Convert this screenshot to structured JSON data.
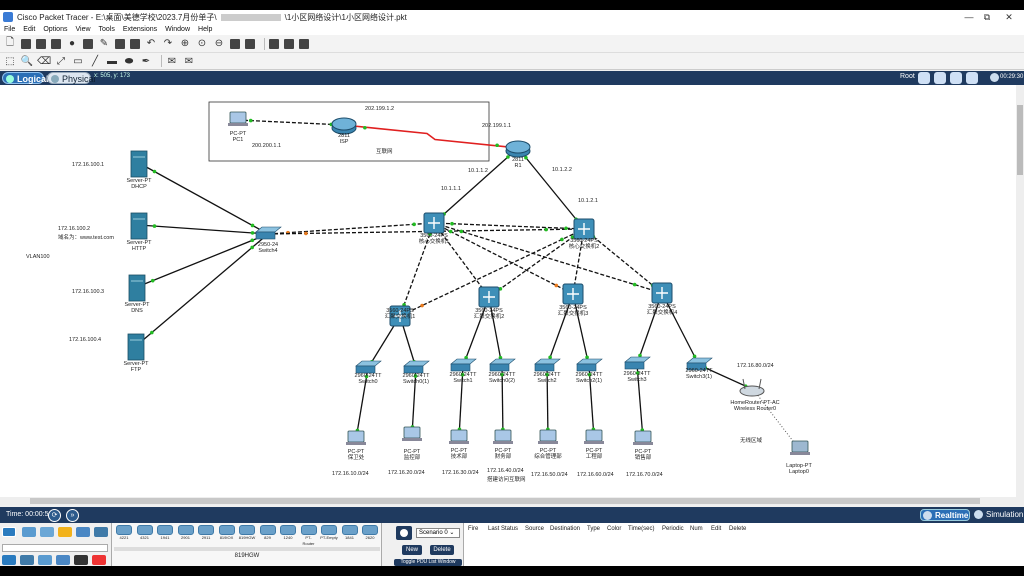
{
  "window": {
    "title_prefix": "Cisco Packet Tracer - E:\\桌面\\美德学校\\2023.7月份单子\\",
    "title_suffix": "\\1小区网络设计\\1小区网络设计.pkt",
    "controls": [
      "—",
      "⧉",
      "✕"
    ]
  },
  "menu": [
    "File",
    "Edit",
    "Options",
    "View",
    "Tools",
    "Extensions",
    "Window",
    "Help"
  ],
  "tabs": {
    "logical": "Logical",
    "physical": "Physical",
    "coords": "x: 505, y: 173",
    "root": "Root",
    "clock": "00:29:30"
  },
  "network": {
    "isp_box_label": "互联网",
    "devices": [
      {
        "id": "pc1",
        "type": "pc",
        "label1": "PC-PT",
        "label2": "PC1"
      },
      {
        "id": "isp",
        "type": "router",
        "label1": "2811",
        "label2": "ISP"
      },
      {
        "id": "r1",
        "type": "router",
        "label1": "2811",
        "label2": "R1"
      },
      {
        "id": "dhcp",
        "type": "server",
        "label1": "Server-PT",
        "label2": "DHCP"
      },
      {
        "id": "http",
        "type": "server",
        "label1": "Server-PT",
        "label2": "HTTP"
      },
      {
        "id": "dns",
        "type": "server",
        "label1": "Server-PT",
        "label2": "DNS"
      },
      {
        "id": "ftp",
        "type": "server",
        "label1": "Server-PT",
        "label2": "FTP"
      },
      {
        "id": "sw4",
        "type": "switch",
        "label1": "2950-24",
        "label2": "Switch4"
      },
      {
        "id": "core1",
        "type": "l3switch",
        "label1": "3560-24PS",
        "label2": "核心交换机1"
      },
      {
        "id": "core2",
        "type": "l3switch",
        "label1": "3560-24PS",
        "label2": "核心交换机2"
      },
      {
        "id": "agg1",
        "type": "l3switch",
        "label1": "3560-24PS",
        "label2": "汇聚交换机1"
      },
      {
        "id": "agg2",
        "type": "l3switch",
        "label1": "3560-24PS",
        "label2": "汇聚交换机2"
      },
      {
        "id": "agg3",
        "type": "l3switch",
        "label1": "3560-24PS",
        "label2": "汇聚交换机3"
      },
      {
        "id": "agg4",
        "type": "l3switch",
        "label1": "3560-24PS",
        "label2": "汇聚交换机4"
      },
      {
        "id": "sw0",
        "type": "switch",
        "label1": "2960-24TT",
        "label2": "Switch0"
      },
      {
        "id": "sw0b",
        "type": "switch",
        "label1": "2960-24TT",
        "label2": "Switch0(1)"
      },
      {
        "id": "sw1",
        "type": "switch",
        "label1": "2960-24TT",
        "label2": "Switch1"
      },
      {
        "id": "sw0c",
        "type": "switch",
        "label1": "2960-24TT",
        "label2": "Switch0(2)"
      },
      {
        "id": "sw2",
        "type": "switch",
        "label1": "2960-24TT",
        "label2": "Switch2"
      },
      {
        "id": "sw2b",
        "type": "switch",
        "label1": "2960-24TT",
        "label2": "Switch2(1)"
      },
      {
        "id": "sw3",
        "type": "switch",
        "label1": "2960-24TT",
        "label2": "Switch3"
      },
      {
        "id": "sw3b",
        "type": "switch",
        "label1": "2960-24TT",
        "label2": "Switch3(1)"
      },
      {
        "id": "wr",
        "type": "wireless",
        "label1": "HomeRouter-PT-AC",
        "label2": "Wireless Router0"
      },
      {
        "id": "pcA",
        "type": "pc",
        "label1": "PC-PT",
        "label2": "保卫处"
      },
      {
        "id": "pcB",
        "type": "pc",
        "label1": "PC-PT",
        "label2": "监控部"
      },
      {
        "id": "pcC",
        "type": "pc",
        "label1": "PC-PT",
        "label2": "技术部"
      },
      {
        "id": "pcD",
        "type": "pc",
        "label1": "PC-PT",
        "label2": "财务部"
      },
      {
        "id": "pcE",
        "type": "pc",
        "label1": "PC-PT",
        "label2": "综合管理部"
      },
      {
        "id": "pcF",
        "type": "pc",
        "label1": "PC-PT",
        "label2": "工程部"
      },
      {
        "id": "pcG",
        "type": "pc",
        "label1": "PC-PT",
        "label2": "销售部"
      },
      {
        "id": "laptop",
        "type": "laptop",
        "label1": "Laptop-PT",
        "label2": "Laptop0"
      }
    ],
    "ip_labels": {
      "isp_lan": "200.200.1.1",
      "isp_wan": "202.199.1.2",
      "r1_wan": "202.199.1.1",
      "r1_c1": "10.1.1.2",
      "r1_c2": "10.1.2.2",
      "c1_r1": "10.1.1.1",
      "c2_r1": "10.1.2.1",
      "dhcp": "172.16.100.1",
      "http": "172.16.100.2",
      "http_domain": "域名为：www.test.com",
      "dns": "172.16.100.3",
      "ftp": "172.16.100.4",
      "vlan": "VLAN100",
      "netA": "172.16.10.0/24",
      "netB": "172.16.20.0/24",
      "netC": "172.16.30.0/24",
      "netD": "172.16.40.0/24",
      "netD2": "搭建访问互联网",
      "netE": "172.16.50.0/24",
      "netF": "172.16.60.0/24",
      "netG": "172.16.70.0/24",
      "netW": "172.16.80.0/24",
      "wireless_area": "无线区域"
    }
  },
  "timebar": {
    "time": "Time: 00:00:54",
    "realtime": "Realtime",
    "simulation": "Simulation"
  },
  "bottom": {
    "device_models": [
      "4221",
      "4321",
      "1941",
      "2901",
      "2911",
      "819IOX",
      "819HGW",
      "829",
      "1240",
      "PT-Router",
      "PT-Empty",
      "1841",
      "2620"
    ],
    "selected_model": "819HGW",
    "scenario": "Scenario 0",
    "new_btn": "New",
    "delete_btn": "Delete",
    "toggle_btn": "Toggle PDU List Window",
    "pdu_headers": [
      "Fire",
      "Last Status",
      "Source",
      "Destination",
      "Type",
      "Color",
      "Time(sec)",
      "Periodic",
      "Num",
      "Edit",
      "Delete"
    ]
  },
  "colors": {
    "link_red": "#e02020",
    "link_black": "#111111",
    "link_green": "#22bb22",
    "link_orange": "#e87a1e",
    "accent": "#1f3a5f"
  }
}
